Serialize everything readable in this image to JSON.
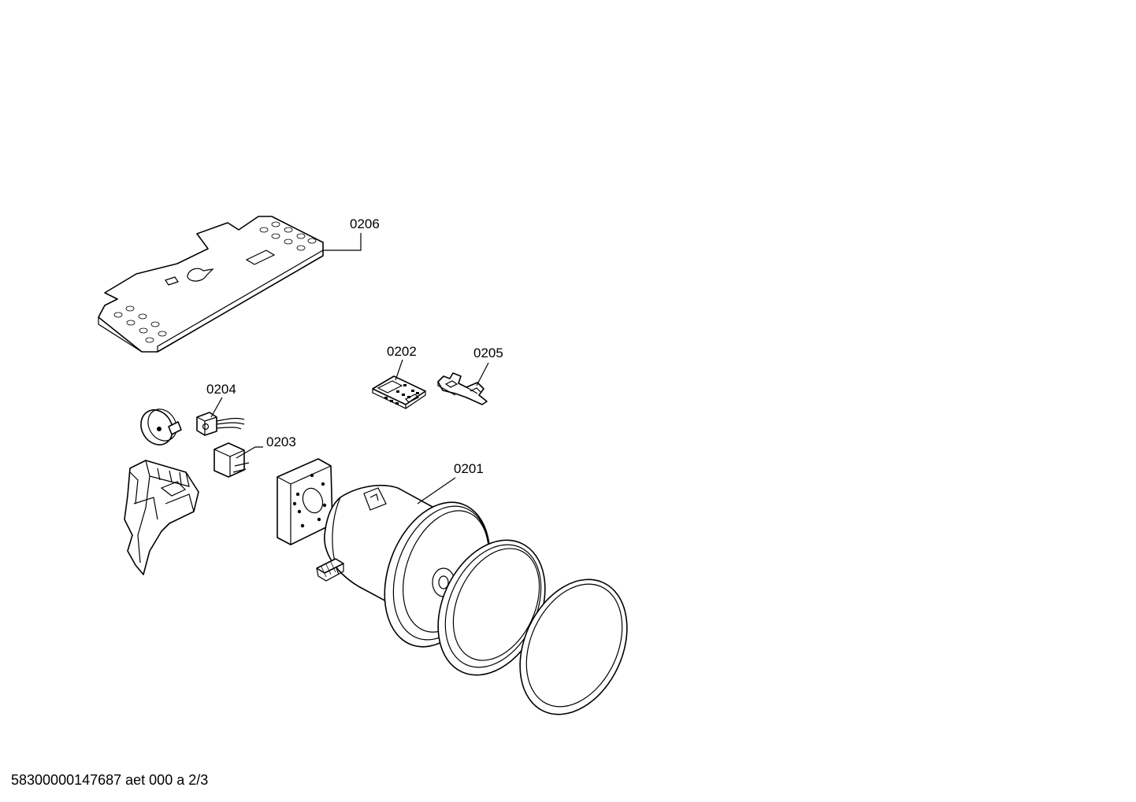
{
  "labels": {
    "p0201": "0201",
    "p0202": "0202",
    "p0203": "0203",
    "p0204": "0204",
    "p0205": "0205",
    "p0206": "0206"
  },
  "footer": "58300000147687 aet 000 a 2/3"
}
